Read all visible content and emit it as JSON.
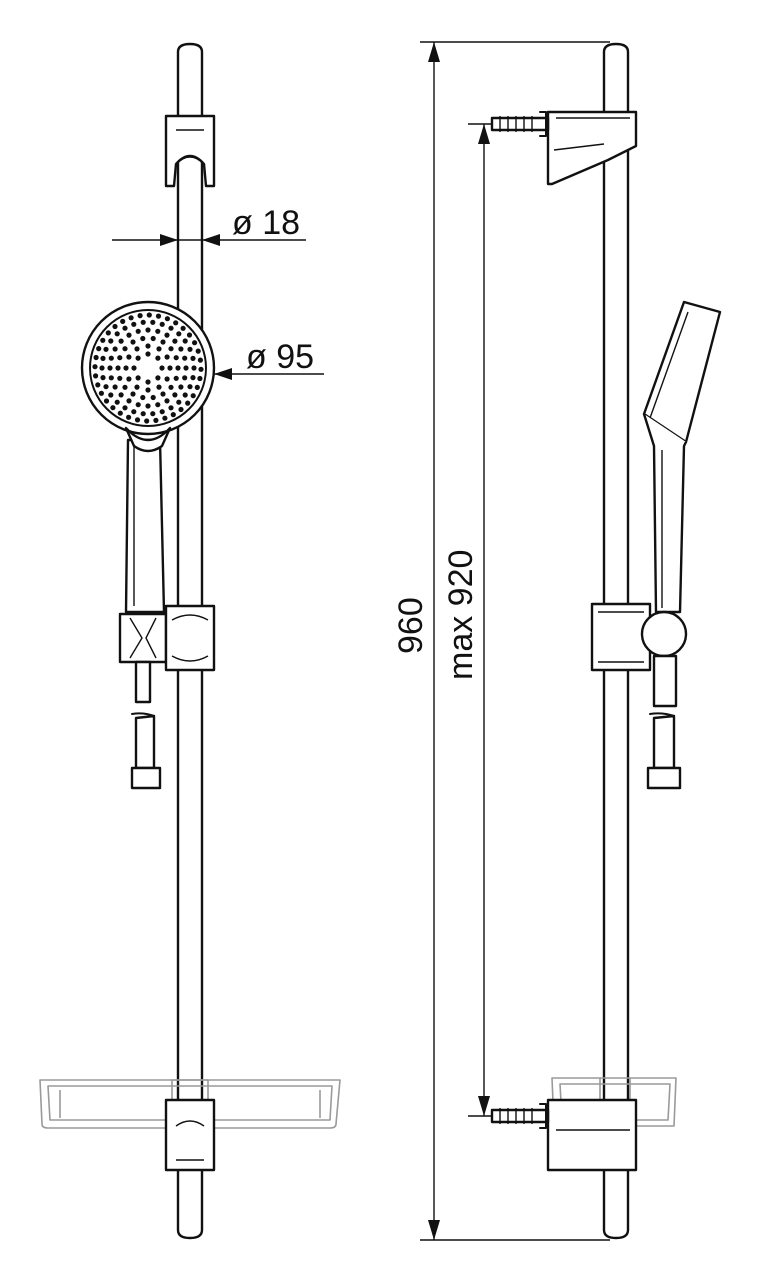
{
  "dimensions": {
    "rod_diameter": "ø 18",
    "head_diameter": "ø 95",
    "total_length": "960",
    "bracket_spacing": "max 920"
  }
}
